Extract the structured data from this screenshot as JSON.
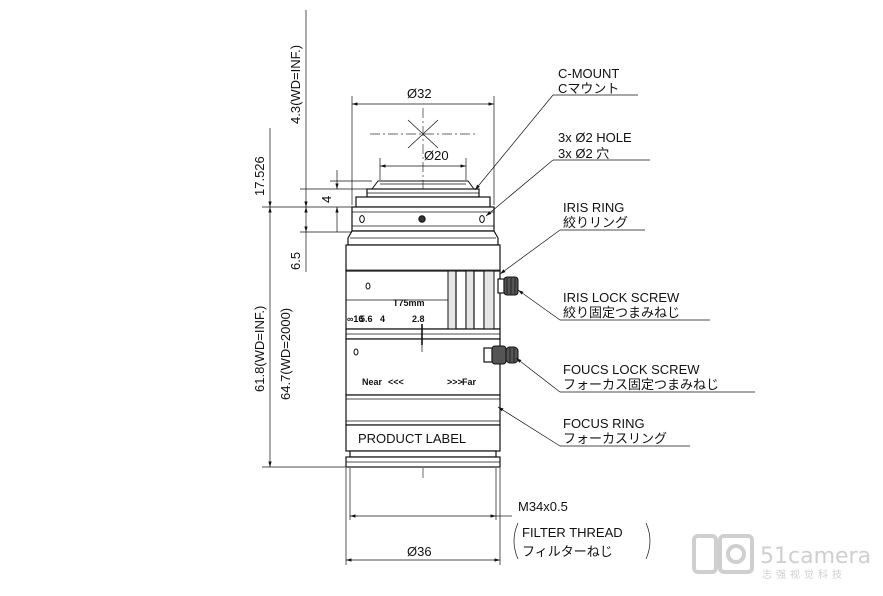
{
  "labels": {
    "c_mount_en": "C-MOUNT",
    "c_mount_jp": "Cマウント",
    "hole_en": "3x Ø2 HOLE",
    "hole_jp": "3x Ø2 穴",
    "iris_ring_en": "IRIS RING",
    "iris_ring_jp": "絞りリング",
    "iris_lock_en": "IRIS LOCK SCREW",
    "iris_lock_jp": "絞り固定つまみねじ",
    "focus_lock_en": "FOUCS LOCK SCREW",
    "focus_lock_jp": "フォーカス固定つまみねじ",
    "focus_ring_en": "FOCUS RING",
    "focus_ring_jp": "フォーカスリング",
    "filter_thread_size": "M34x0.5",
    "filter_thread_en": "FILTER THREAD",
    "filter_thread_jp": "フィルターねじ",
    "product_label": "PRODUCT LABEL"
  },
  "dimensions": {
    "dia_32": "Ø32",
    "dia_20": "Ø20",
    "dia_36": "Ø36",
    "d_17_526": "17.526",
    "d_4_3": "4.3(WD=INF.)",
    "d_4": "4",
    "d_6_5": "6.5",
    "d_61_8": "61.8(WD=INF.)",
    "d_64_7": "64.7(WD=2000)"
  },
  "lens_markings": {
    "focal": "T75mm",
    "f_scale_a": "∞16",
    "f_scale_b": "5.6",
    "f_scale_c": "4",
    "f_scale_d": "2.8",
    "near": "Near",
    "far": "Far",
    "near_arrows": "<<<",
    "far_arrows": ">>>"
  },
  "watermark": {
    "brand": "51camera",
    "sub": "志强视觉科技"
  }
}
